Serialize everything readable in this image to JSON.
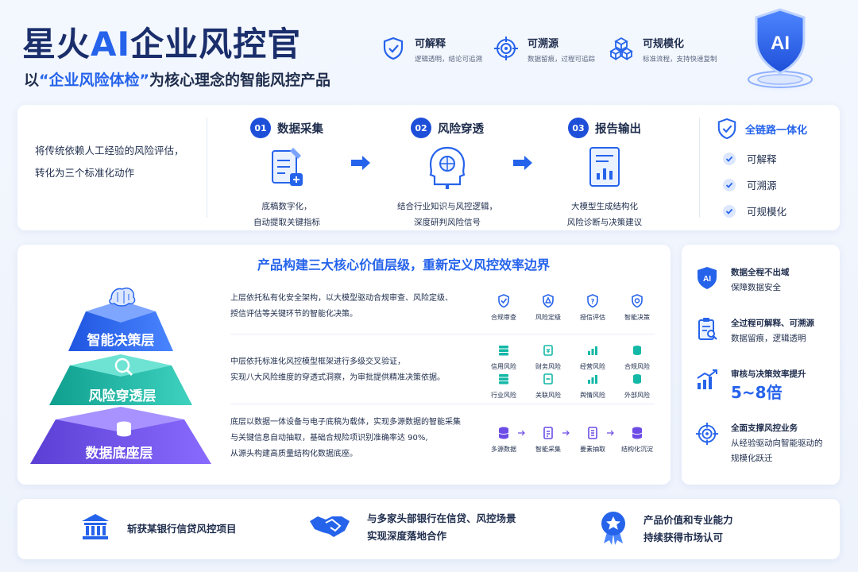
{
  "header": {
    "title_prefix": "星火",
    "title_ai": "AI",
    "title_suffix": "企业风控官",
    "subtitle_prefix": "以",
    "subtitle_highlight": "“企业风险体检”",
    "subtitle_suffix": "为核心理念的智能风控产品",
    "badge": "AI",
    "features": [
      {
        "icon": "shield-check-icon",
        "title": "可解释",
        "desc": "逻辑透明，结论可追溯"
      },
      {
        "icon": "target-icon",
        "title": "可溯源",
        "desc": "数据留痕，过程可追踪"
      },
      {
        "icon": "cubes-icon",
        "title": "可规模化",
        "desc": "标准流程，支持快速复制"
      }
    ]
  },
  "process": {
    "intro_line1": "将传统依赖人工经验的风险评估，",
    "intro_line2": "转化为三个标准化动作",
    "steps": [
      {
        "num": "01",
        "title": "数据采集",
        "icon": "document-icon",
        "desc1": "底稿数字化，",
        "desc2": "自动提取关键指标"
      },
      {
        "num": "02",
        "title": "风险穿透",
        "icon": "brain-head-icon",
        "desc1": "结合行业知识与风控逻辑，",
        "desc2": "深度研判风险信号"
      },
      {
        "num": "03",
        "title": "报告输出",
        "icon": "report-icon",
        "desc1": "大模型生成结构化",
        "desc2": "风险诊断与决策建议"
      }
    ],
    "chain": {
      "title": "全链路一体化",
      "items": [
        "可解释",
        "可溯源",
        "可规模化"
      ]
    }
  },
  "value": {
    "title": "产品构建三大核心价值层级，重新定义风控效率边界",
    "layers": [
      {
        "name": "智能决策层",
        "color": "#2563eb",
        "text1": "上层依托私有化安全架构，以大模型驱动合规审查、风险定级、",
        "text2": "授信评估等关键环节的智能化决策。",
        "icons": [
          "合规审查",
          "风险定级",
          "授信评估",
          "智能决策"
        ]
      },
      {
        "name": "风险穿透层",
        "color": "#14b8a6",
        "text1": "中层依托标准化风控模型框架进行多级交叉验证，",
        "text2": "实现八大风险维度的穿透式洞察，为审批提供精准决策依据。",
        "icons": [
          "信用风险",
          "财务风险",
          "经营风险",
          "合规风险",
          "行业风险",
          "关联风险",
          "舆情风险",
          "外部风险"
        ]
      },
      {
        "name": "数据底座层",
        "color": "#6d4ce6",
        "text1": "底层以数据一体设备与电子底稿为载体，实现多源数据的智能采集",
        "text2": "与关键信息自动抽取，基础合规险项识别准确率达   90%,",
        "text3": "从源头构建高质量结构化数据底座。",
        "icons": [
          "多源数据",
          "智能采集",
          "要素抽取",
          "结构化沉淀"
        ]
      }
    ]
  },
  "highlights": [
    {
      "icon": "ai-shield-icon",
      "line1": "数据全程不出域",
      "line2": "保障数据安全"
    },
    {
      "icon": "clipboard-search-icon",
      "line1": "全过程可解释、可溯源",
      "line2": "数据留痕，逻辑透明"
    },
    {
      "icon": "growth-chart-icon",
      "line1": "审核与决策效率提升",
      "big": "5~8倍"
    },
    {
      "icon": "target-icon",
      "line1": "全面支撑风控业务",
      "line2": "从经验驱动向智能驱动的",
      "line3": "规模化跃迁"
    }
  ],
  "achievements": [
    {
      "icon": "bank-icon",
      "line1": "斩获某银行信贷风控项目"
    },
    {
      "icon": "handshake-icon",
      "line1": "与多家头部银行在信贷、风控场景",
      "line2": "实现深度落地合作"
    },
    {
      "icon": "medal-icon",
      "line1": "产品价值和专业能力",
      "line2": "持续获得市场认可"
    }
  ]
}
